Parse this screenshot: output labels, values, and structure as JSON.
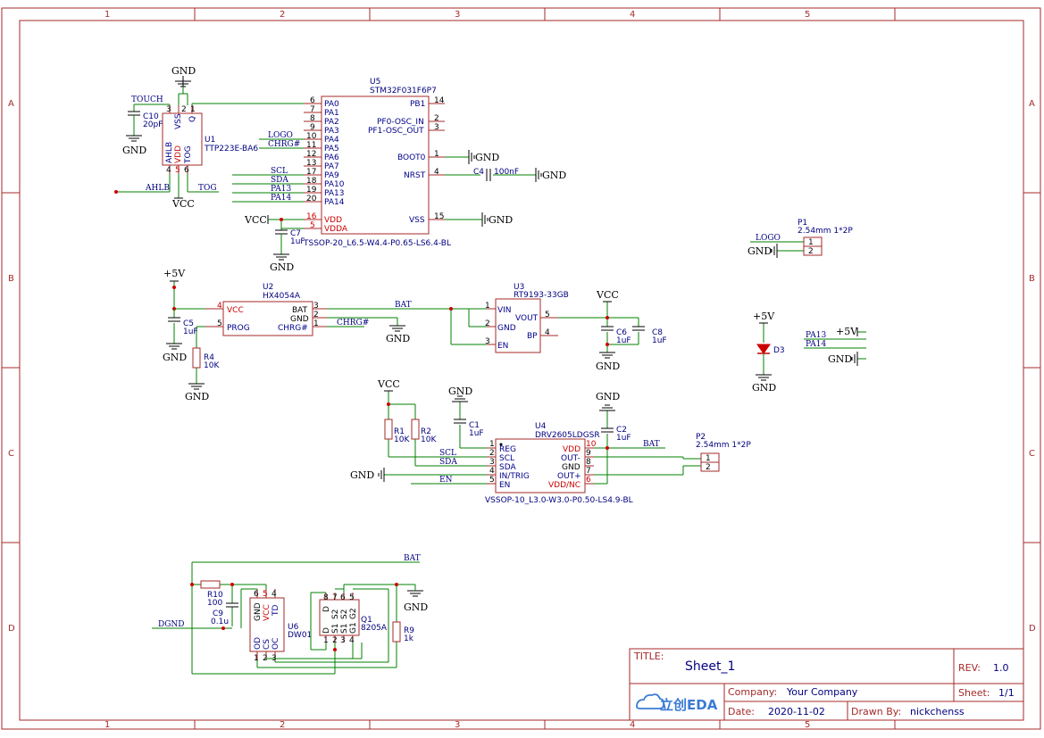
{
  "zones": {
    "cols": [
      "1",
      "2",
      "3",
      "4",
      "5"
    ],
    "rows": [
      "A",
      "B",
      "C",
      "D"
    ]
  },
  "components": {
    "u5": {
      "ref": "U5",
      "value": "STM32F031F6P7",
      "package": "TSSOP-20_L6.5-W4.4-P0.65-LS6.4-BL",
      "left_pins": [
        {
          "num": "6",
          "name": "PA0"
        },
        {
          "num": "7",
          "name": "PA1"
        },
        {
          "num": "8",
          "name": "PA2"
        },
        {
          "num": "9",
          "name": "PA3"
        },
        {
          "num": "10",
          "name": "PA4"
        },
        {
          "num": "11",
          "name": "PA5"
        },
        {
          "num": "12",
          "name": "PA6"
        },
        {
          "num": "13",
          "name": "PA7"
        },
        {
          "num": "17",
          "name": "PA9"
        },
        {
          "num": "18",
          "name": "PA10"
        },
        {
          "num": "19",
          "name": "PA13"
        },
        {
          "num": "20",
          "name": "PA14"
        },
        {
          "num": "16",
          "name": "VDD"
        },
        {
          "num": "5",
          "name": "VDDA"
        }
      ],
      "right_pins": [
        {
          "num": "14",
          "name": "PB1"
        },
        {
          "num": "2",
          "name": "PF0-OSC_IN"
        },
        {
          "num": "3",
          "name": "PF1-OSC_OUT"
        },
        {
          "num": "1",
          "name": "BOOT0"
        },
        {
          "num": "4",
          "name": "NRST"
        },
        {
          "num": "15",
          "name": "VSS"
        }
      ]
    },
    "u1": {
      "ref": "U1",
      "value": "TTP223E-BA6",
      "pins": [
        {
          "num": "3",
          "name": "VSS"
        },
        {
          "num": "1",
          "name": "Q"
        },
        {
          "num": "4",
          "name": "AHLB"
        },
        {
          "num": "5",
          "name": "VDD"
        },
        {
          "num": "6",
          "name": "TOG"
        }
      ],
      "pin_top_2": "2"
    },
    "u2": {
      "ref": "U2",
      "value": "HX4054A",
      "pins": [
        {
          "num": "4",
          "name": "VCC"
        },
        {
          "num": "5",
          "name": "PROG"
        },
        {
          "num": "3",
          "name": "BAT"
        },
        {
          "num": "2",
          "name": "GND"
        },
        {
          "num": "1",
          "name": "CHRG#"
        }
      ]
    },
    "u3": {
      "ref": "U3",
      "value": "RT9193-33GB",
      "pins": [
        {
          "num": "1",
          "name": "VIN"
        },
        {
          "num": "2",
          "name": "GND"
        },
        {
          "num": "3",
          "name": "EN"
        },
        {
          "num": "5",
          "name": "VOUT"
        },
        {
          "num": "4",
          "name": "BP"
        }
      ]
    },
    "u4": {
      "ref": "U4",
      "value": "DRV2605LDGSR",
      "package": "VSSOP-10_L3.0-W3.0-P0.50-LS4.9-BL",
      "pins": [
        {
          "num": "1",
          "name": "REG"
        },
        {
          "num": "2",
          "name": "SCL"
        },
        {
          "num": "3",
          "name": "SDA"
        },
        {
          "num": "4",
          "name": "IN/TRIG"
        },
        {
          "num": "5",
          "name": "EN"
        },
        {
          "num": "10",
          "name": "VDD"
        },
        {
          "num": "9",
          "name": "OUT-"
        },
        {
          "num": "8",
          "name": "GND"
        },
        {
          "num": "7",
          "name": "OUT+"
        },
        {
          "num": "6",
          "name": "VDD/NC"
        }
      ]
    },
    "u6": {
      "ref": "U6",
      "value": "DW01",
      "pins": [
        {
          "num": "6",
          "name": "GND"
        },
        {
          "num": "5",
          "name": "VCC"
        },
        {
          "num": "4",
          "name": "TD"
        },
        {
          "num": "1",
          "name": "OD"
        },
        {
          "num": "2",
          "name": "CS"
        },
        {
          "num": "3",
          "name": "OC"
        }
      ]
    },
    "q1": {
      "ref": "Q1",
      "value": "8205A",
      "pins_top": [
        "8",
        "7",
        "6",
        "5"
      ],
      "pins_bottom": [
        "1",
        "2",
        "3",
        "4"
      ],
      "names": [
        "D",
        "S2",
        "S2",
        "G2",
        "D",
        "S1",
        "S1",
        "G1"
      ]
    },
    "p1": {
      "ref": "P1",
      "value": "2.54mm 1*2P",
      "pins": [
        "1",
        "2"
      ]
    },
    "p2": {
      "ref": "P2",
      "value": "2.54mm 1*2P",
      "pins": [
        "1",
        "2"
      ]
    },
    "d3": {
      "ref": "D3"
    },
    "c10": {
      "ref": "C10",
      "value": "20pF"
    },
    "c7": {
      "ref": "C7",
      "value": "1uF"
    },
    "c4": {
      "ref": "C4",
      "value": "100nF"
    },
    "c5": {
      "ref": "C5",
      "value": "1uF"
    },
    "r4": {
      "ref": "R4",
      "value": "10K"
    },
    "c6": {
      "ref": "C6",
      "value": "1uF"
    },
    "c8": {
      "ref": "C8",
      "value": "1uF"
    },
    "c1": {
      "ref": "C1",
      "value": "1uF"
    },
    "c2": {
      "ref": "C2",
      "value": "1uF"
    },
    "r1": {
      "ref": "R1",
      "value": "10K"
    },
    "r2": {
      "ref": "R2",
      "value": "10K"
    },
    "r10": {
      "ref": "R10",
      "value": "100"
    },
    "c9": {
      "ref": "C9",
      "value": "0.1u"
    },
    "r9": {
      "ref": "R9",
      "value": "1k"
    }
  },
  "nets": {
    "touch": "TOUCH",
    "logo": "LOGO",
    "chrg": "CHRG#",
    "scl": "SCL",
    "sda": "SDA",
    "pa13": "PA13",
    "pa14": "PA14",
    "ahlb": "AHLB",
    "tog": "TOG",
    "bat": "BAT",
    "en": "EN",
    "dgnd": "DGND"
  },
  "power": {
    "gnd": "GND",
    "vcc": "VCC",
    "p5v": "+5V"
  },
  "title_block": {
    "title_label": "TITLE:",
    "title": "Sheet_1",
    "rev_label": "REV:",
    "rev": "1.0",
    "company_label": "Company:",
    "company": "Your Company",
    "sheet_label": "Sheet:",
    "sheet": "1/1",
    "date_label": "Date:",
    "date": "2020-11-02",
    "drawn_label": "Drawn By:",
    "drawn_by": "nickchenss",
    "logo_text": "立创EDA"
  }
}
